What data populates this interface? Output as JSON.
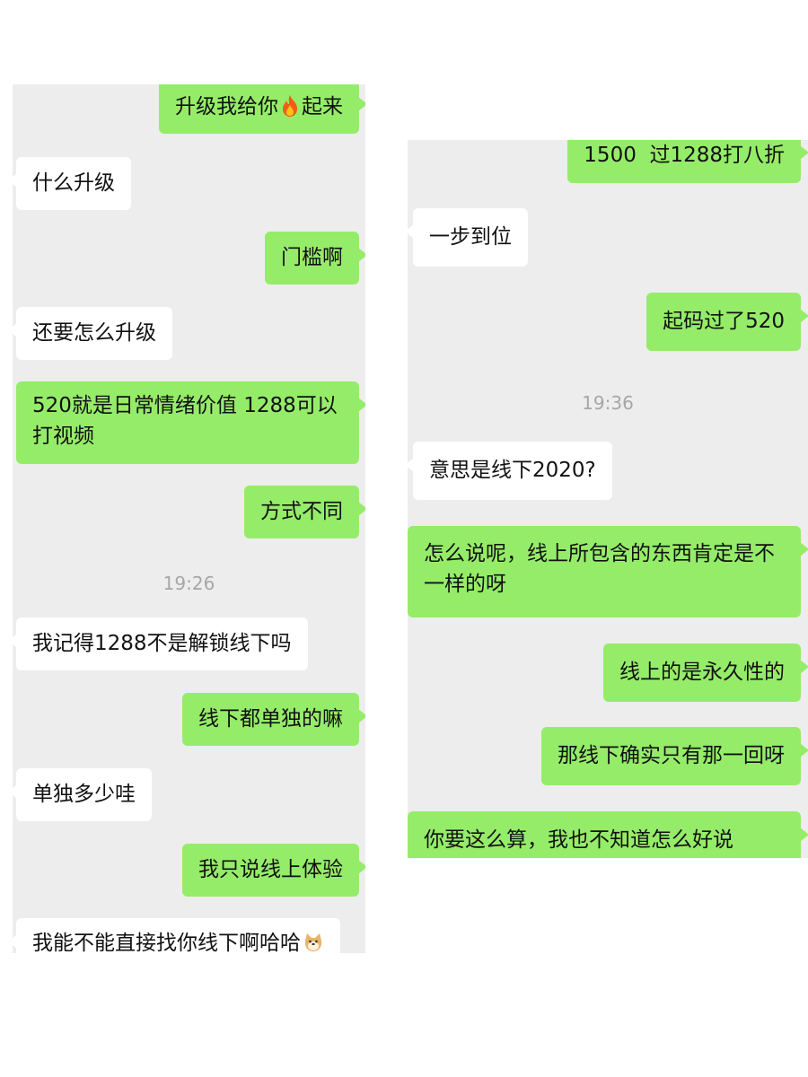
{
  "left": {
    "messages": [
      {
        "side": "me",
        "text_before": "升级我给你",
        "emoji": "fire-icon",
        "text_after": "起来"
      },
      {
        "side": "them",
        "text": "什么升级"
      },
      {
        "side": "me",
        "text": "门槛啊"
      },
      {
        "side": "them",
        "text": "还要怎么升级"
      },
      {
        "side": "me",
        "text": "520就是日常情绪价值 1288可以打视频"
      },
      {
        "side": "me",
        "text": "方式不同"
      },
      {
        "side": "them",
        "text": "我记得1288不是解锁线下吗"
      },
      {
        "side": "me",
        "text": "线下都单独的嘛"
      },
      {
        "side": "them",
        "text": "单独多少哇"
      },
      {
        "side": "me",
        "text": "我只说线上体验"
      },
      {
        "side": "them",
        "text": "我能不能直接找你线下啊哈哈",
        "emoji": "doge-icon"
      }
    ],
    "timestamp": "19:26"
  },
  "right": {
    "messages": [
      {
        "side": "me",
        "text": "1500  过1288打八折"
      },
      {
        "side": "them",
        "text": "一步到位"
      },
      {
        "side": "me",
        "text": "起码过了520"
      },
      {
        "side": "them",
        "text": "意思是线下2020?"
      },
      {
        "side": "me",
        "text": "怎么说呢，线上所包含的东西肯定是不一样的呀"
      },
      {
        "side": "me",
        "text": "线上的是永久性的"
      },
      {
        "side": "me",
        "text": "那线下确实只有那一回呀"
      },
      {
        "side": "me",
        "text": "你要这么算，我也不知道怎么好说"
      }
    ],
    "timestamp": "19:36"
  },
  "colors": {
    "me_bubble": "#95ec69",
    "them_bubble": "#ffffff",
    "chat_bg": "#ededed",
    "timestamp": "#a6a6a6"
  }
}
